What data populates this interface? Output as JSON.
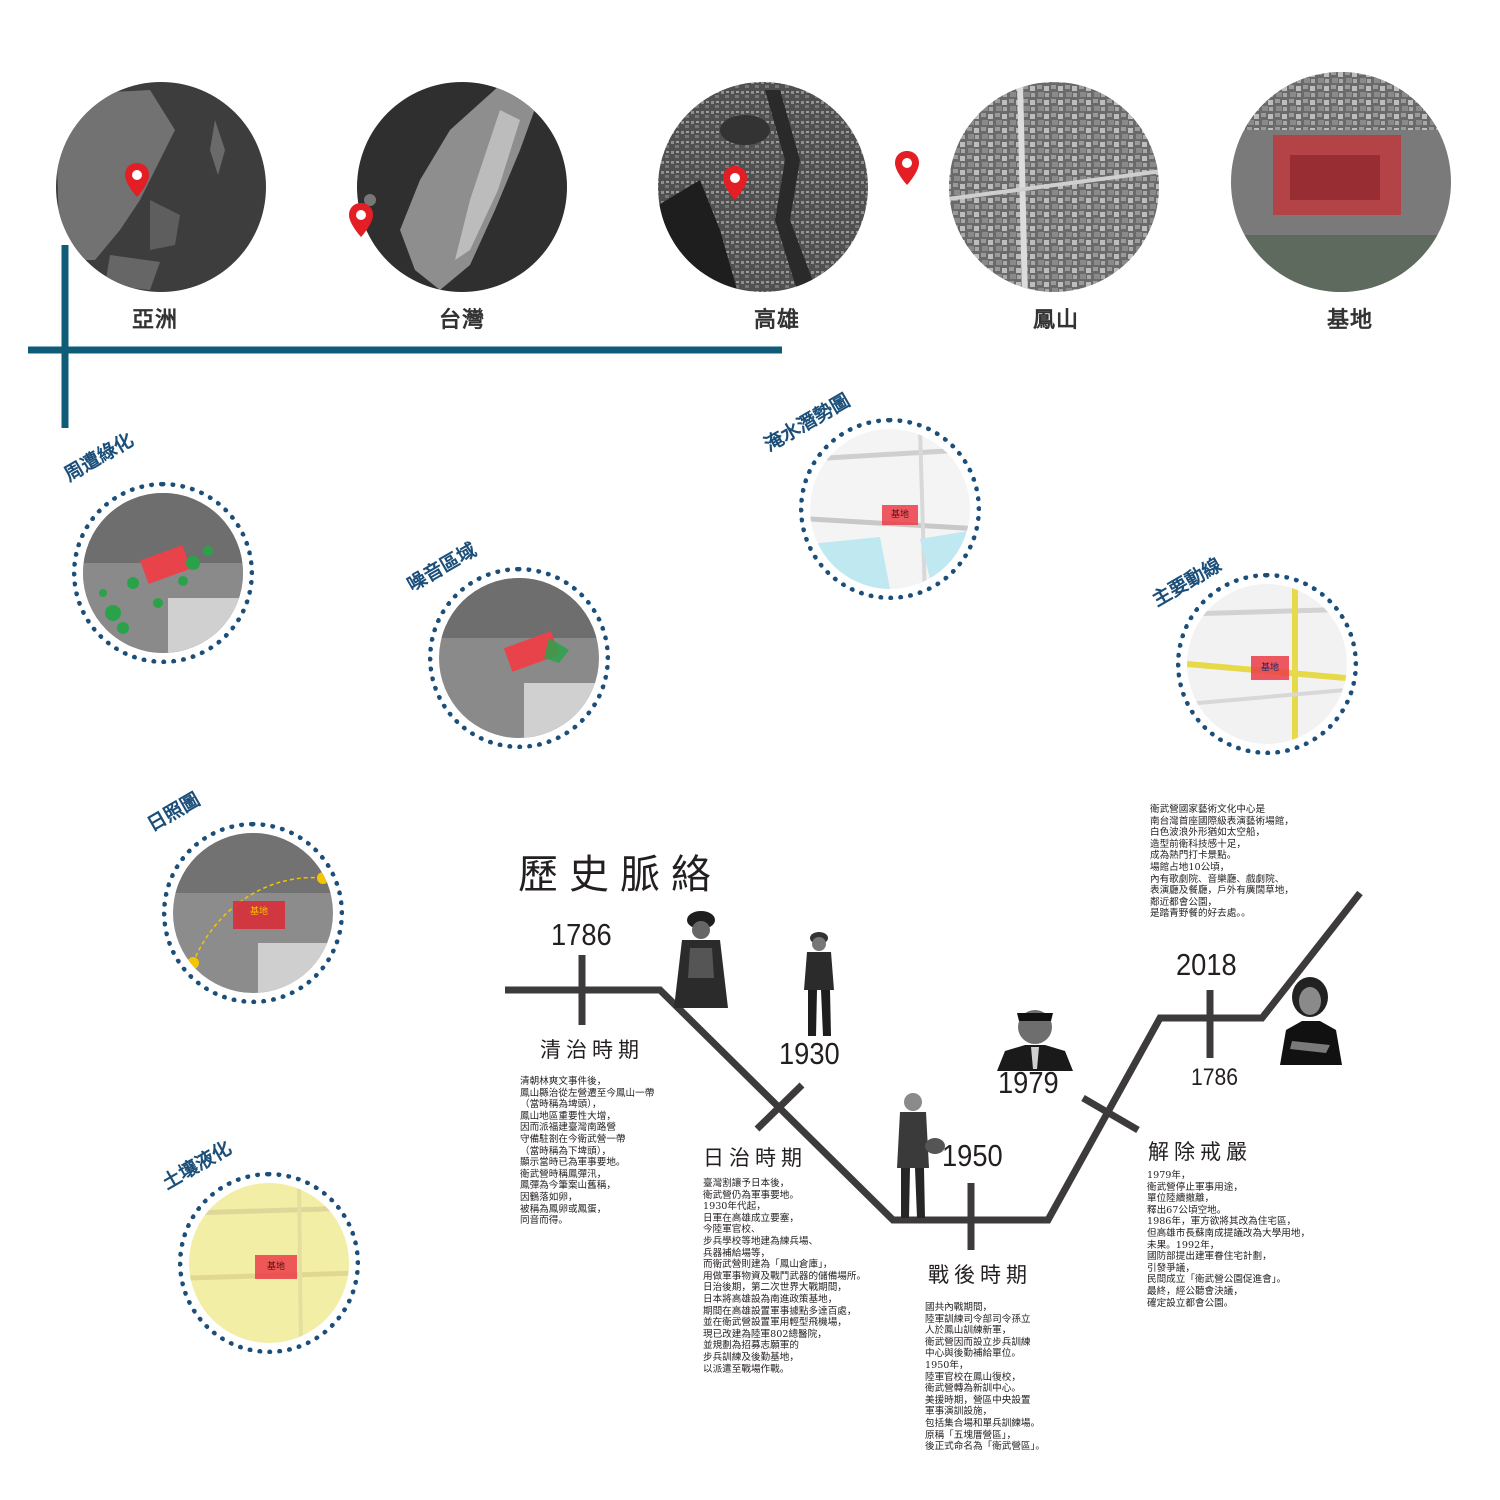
{
  "locations": [
    {
      "label": "亞洲",
      "icon": "map-pin-icon"
    },
    {
      "label": "台灣",
      "icon": "map-pin-icon"
    },
    {
      "label": "高雄",
      "icon": "map-pin-icon"
    },
    {
      "label": "鳳山",
      "icon": "map-pin-icon"
    },
    {
      "label": "基地"
    }
  ],
  "analysis": {
    "greening": {
      "title": "周遭綠化"
    },
    "noise": {
      "title": "噪音區域"
    },
    "flood": {
      "title": "淹水潛勢圖",
      "site": "基地"
    },
    "traffic": {
      "title": "主要動線",
      "site": "基地"
    },
    "sunlight": {
      "title": "日照圖",
      "site": "基地"
    },
    "soil": {
      "title": "土壤液化",
      "site": "基地"
    }
  },
  "history": {
    "title": "歷史脈絡",
    "periods": [
      {
        "year": "1786",
        "era": "清治時期",
        "text": "清朝林爽文事件後，\n鳳山縣治從左營遷至今鳳山一帶\n（當時稱為埤頭），\n鳳山地區重要性大增，\n因而派福建臺灣南路營\n守備駐剳在今衛武營一帶\n（當時稱為下埤頭），\n顯示當時已為軍事要地。\n衛武營時稱鳳彈汛，\n鳳彈為今筆案山舊稱，\n因鶴落如卵，\n被稱為鳳卵或鳳蛋，\n同音而得。"
      },
      {
        "year": "1930",
        "era": "日治時期",
        "text": "臺灣割讓予日本後，\n衛武營仍為軍事要地。\n1930年代起，\n日軍在高雄成立要塞，\n今陸軍官校、\n步兵學校等地建為練兵場、\n兵器補給場等，\n而衛武營則建為「鳳山倉庫」，\n用做軍事物資及戰鬥武器的儲備場所。\n日治後期，第二次世界大戰期間，\n日本將高雄設為南進政策基地，\n期間在高雄設置軍事據點多達百處，\n並在衛武營設置軍用輕型飛機場，\n現已改建為陸軍802總醫院，\n並規劃為招募志願軍的\n步兵訓練及後勤基地，\n以派遣至戰場作戰。"
      },
      {
        "year": "1950",
        "era": "戰後時期",
        "text": "國共內戰期間，\n陸軍訓練司令部司令孫立\n人於鳳山訓練新軍，\n衛武營因而設立步兵訓練\n中心與後勤補給單位。\n1950年，\n陸軍官校在鳳山復校，\n衛武營轉為新訓中心。\n美援時期，營區中央設置\n軍事演訓設施，\n包括集合場和單兵訓練場。\n原稱「五塊厝營區」，\n後正式命名為「衛武營區」。"
      },
      {
        "year": "1979",
        "era": "解除戒嚴",
        "text": "1979年，\n衛武營停止軍事用途，\n單位陸續撤離，\n釋出67公頃空地。\n1986年，軍方欲將其改為住宅區，\n但高雄市長蘇南成提議改為大學用地，\n未果。1992年，\n國防部提出建軍眷住宅計劃，\n引發爭議，\n民間成立「衛武營公園促進會」。\n最終，經公聽會決議，\n確定設立都會公園。"
      },
      {
        "year": "2018",
        "sub_year": "1786",
        "text": "衛武營國家藝術文化中心是\n南台灣首座國際級表演藝術場館，\n白色波浪外形猶如太空船，\n造型前衛科技感十足，\n成為熱門打卡景點。\n場館占地10公頃，\n內有歌劇院、音樂廳、戲劇院、\n表演廳及餐廳，戶外有廣闊草地，\n鄰近都會公園，\n是踏青野餐的好去處。。"
      }
    ]
  },
  "colors": {
    "accent": "#0e5c78",
    "dotted": "#1b4f7a",
    "pin": "#e31e24",
    "site": "#e8434b"
  }
}
